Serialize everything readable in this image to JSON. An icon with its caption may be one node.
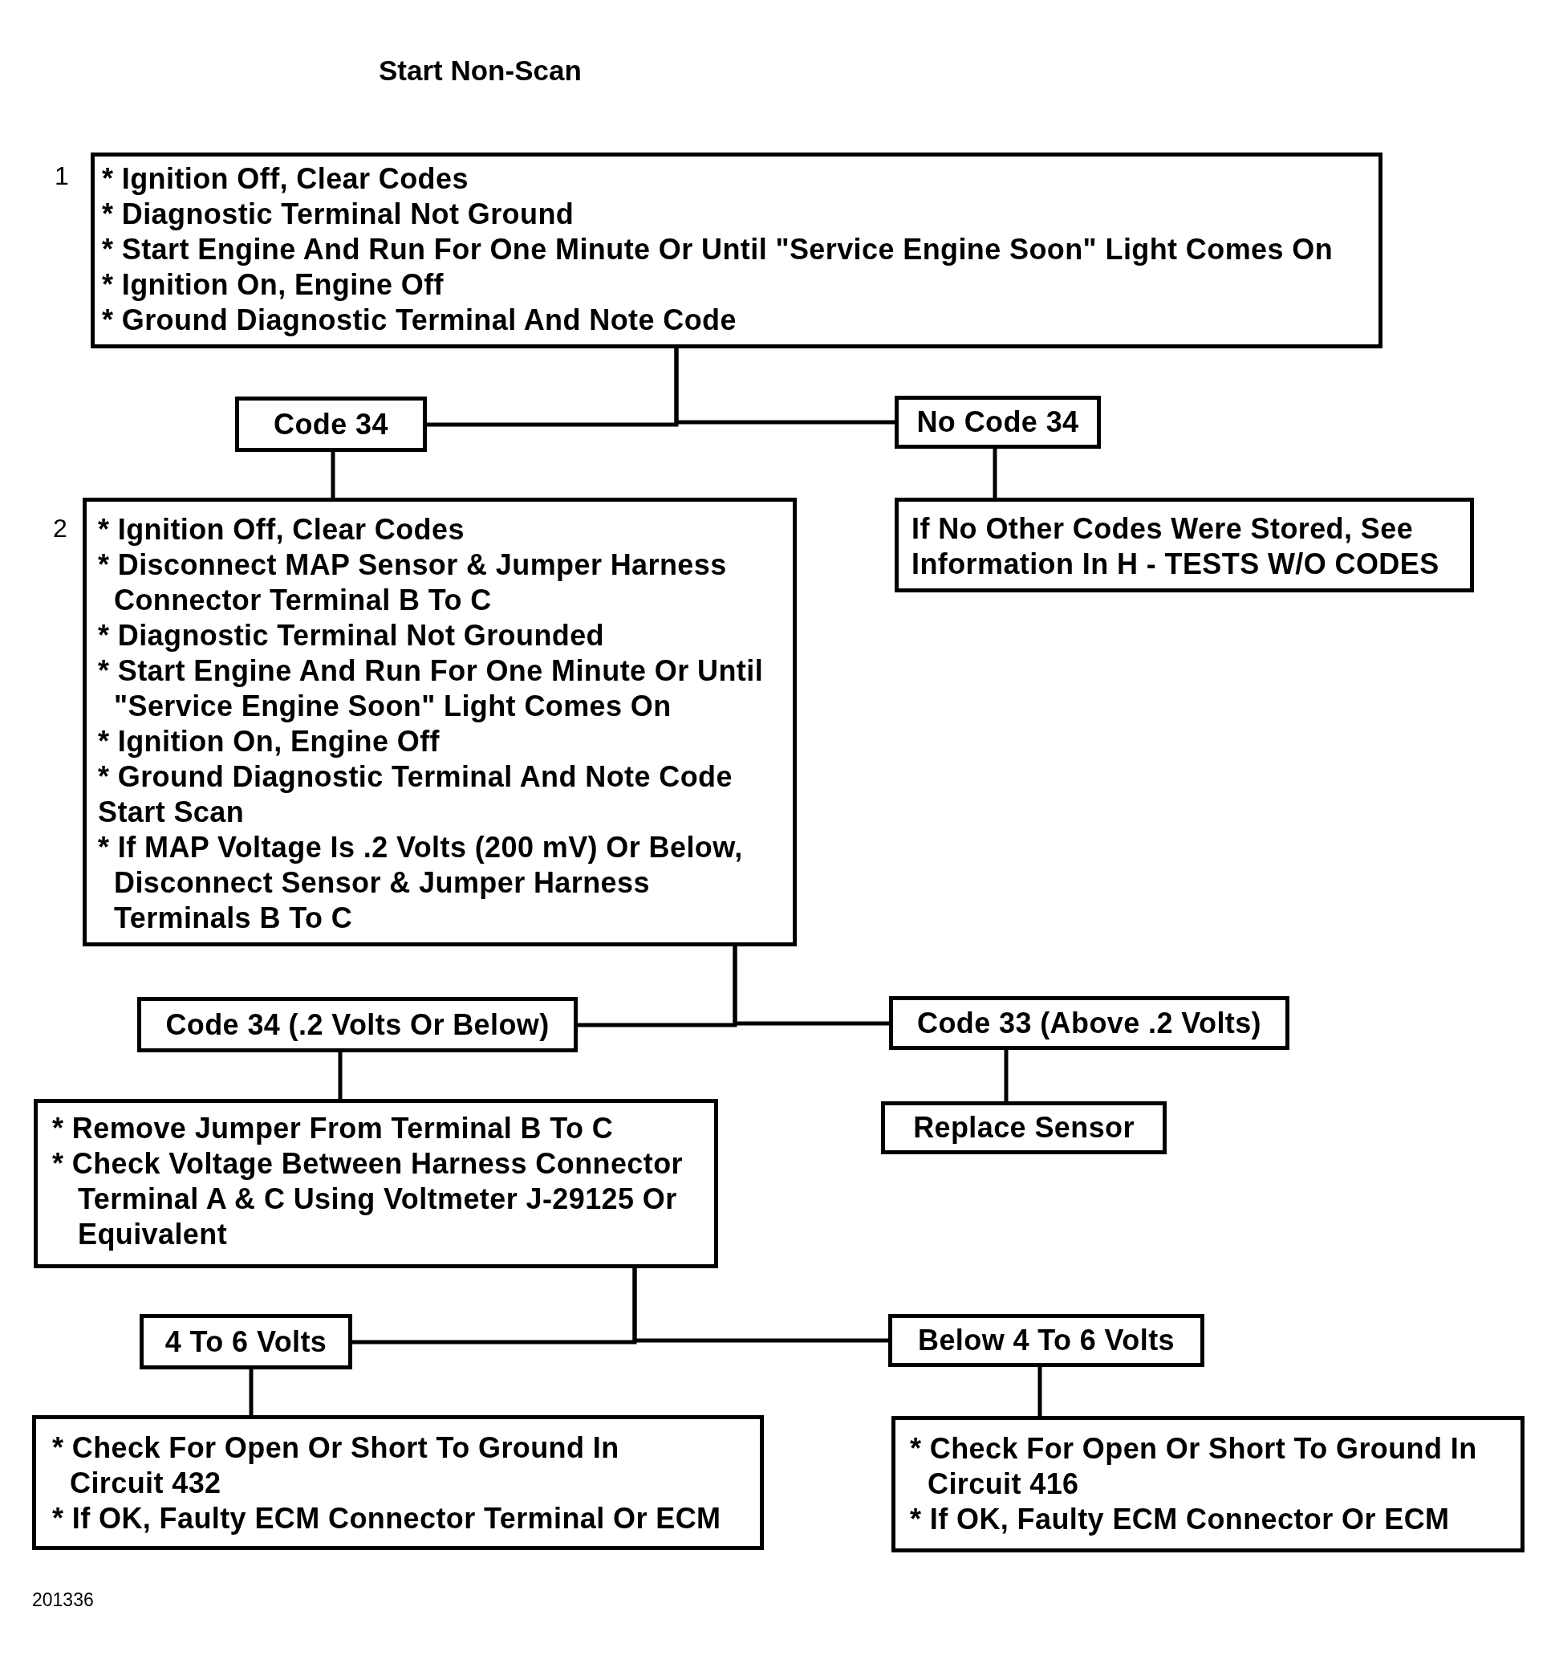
{
  "diagram": {
    "title": "Start Non-Scan",
    "nodes": [
      {
        "text": [
          "* Ignition Off, Clear Codes",
          "* Diagnostic Terminal Not Ground",
          "* Start Engine And Run For One Minute Or Until \"Service Engine Soon\" Light Comes On",
          "* Ignition On, Engine Off",
          "* Ground Diagnostic Terminal And Note Code"
        ],
        "beside": [
          "1"
        ]
      },
      {
        "text": [
          "Code 34"
        ]
      },
      {
        "text": [
          "No Code 34"
        ]
      },
      {
        "text": [
          "* Ignition Off, Clear Codes",
          "* Disconnect MAP Sensor & Jumper Harness Connector Terminal B To C",
          "* Diagnostic Terminal Not Grounded",
          "* Start Engine And Run For One Minute Or Until \"Service Engine Soon\" Light Comes On",
          "* Ignition On, Engine Off",
          "* Ground Diagnostic Terminal And Note Code",
          "Start Scan",
          "* If MAP Voltage Is .2 Volts (200 mV) Or Below, Disconnect Sensor & Jumper Harness Terminals B To C"
        ],
        "beside": [
          "2"
        ]
      },
      {
        "text": [
          "If No Other Codes Were Stored, See Information In H - TESTS W/O CODES"
        ]
      },
      {
        "text": [
          "Code 34 (.2 Volts Or Below)"
        ]
      },
      {
        "text": [
          "Code 33 (Above .2 Volts)"
        ]
      },
      {
        "text": [
          "* Remove Jumper From Terminal B To C",
          "* Check Voltage Between Harness Connector Terminal A & C Using Voltmeter J-29125 Or Equivalent"
        ]
      },
      {
        "text": [
          "Replace Sensor"
        ]
      },
      {
        "text": [
          "4 To 6 Volts"
        ]
      },
      {
        "text": [
          "Below 4 To 6 Volts"
        ]
      },
      {
        "text": [
          "* Check For Open Or Short To Ground In Circuit 432",
          "* If OK, Faulty ECM Connector Terminal Or ECM"
        ]
      },
      {
        "text": [
          "* Check For Open Or Short To Ground In Circuit 416",
          "* If OK, Faulty ECM Connector Or ECM"
        ]
      }
    ],
    "edges": [
      {
        "from": 0,
        "to": 1,
        "arrow": "none"
      },
      {
        "from": 0,
        "to": 2,
        "arrow": "none"
      },
      {
        "from": 1,
        "to": 3,
        "arrow": "none"
      },
      {
        "from": 2,
        "to": 4,
        "arrow": "none"
      },
      {
        "from": 3,
        "to": 5,
        "arrow": "none"
      },
      {
        "from": 3,
        "to": 6,
        "arrow": "none"
      },
      {
        "from": 5,
        "to": 7,
        "arrow": "none"
      },
      {
        "from": 6,
        "to": 8,
        "arrow": "none"
      },
      {
        "from": 7,
        "to": 9,
        "arrow": "none"
      },
      {
        "from": 7,
        "to": 10,
        "arrow": "none"
      },
      {
        "from": 9,
        "to": 11,
        "arrow": "none"
      },
      {
        "from": 10,
        "to": 12,
        "arrow": "none"
      }
    ],
    "labels": [
      "201336"
    ]
  }
}
